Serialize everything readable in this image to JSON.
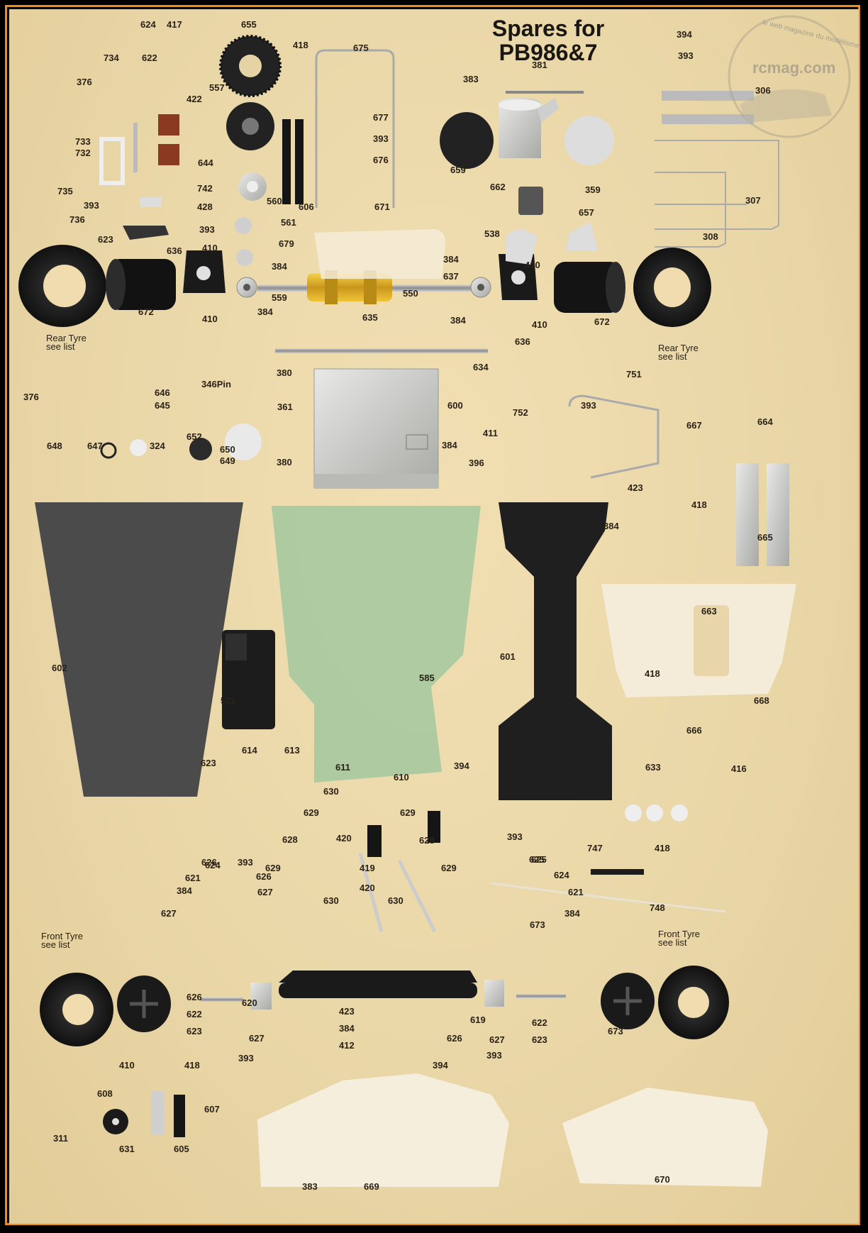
{
  "title": {
    "line1": "Spares for",
    "line2": "PB986&7"
  },
  "watermark": {
    "site": "rcmag.com",
    "tagline": "le web magazine du modélisme"
  },
  "captions": [
    {
      "id": "rear-tyre-left",
      "lines": [
        "Rear Tyre",
        "see list"
      ]
    },
    {
      "id": "rear-tyre-right",
      "lines": [
        "Rear Tyre",
        "see list"
      ]
    },
    {
      "id": "front-tyre-left",
      "lines": [
        "Front Tyre",
        "see list"
      ]
    },
    {
      "id": "front-tyre-right",
      "lines": [
        "Front Tyre",
        "see list"
      ]
    }
  ],
  "part_labels": [
    "624",
    "417",
    "655",
    "418",
    "675",
    "734",
    "622",
    "376",
    "557",
    "422",
    "733",
    "732",
    "644",
    "742",
    "735",
    "428",
    "393",
    "736",
    "623",
    "606",
    "671",
    "560",
    "561",
    "393",
    "679",
    "636",
    "410",
    "384",
    "559",
    "672",
    "410",
    "384",
    "635",
    "550",
    "677",
    "393",
    "676",
    "381",
    "383",
    "659",
    "662",
    "359",
    "657",
    "538",
    "384",
    "637",
    "410",
    "384",
    "636",
    "410",
    "672",
    "634",
    "394",
    "393",
    "306",
    "307",
    "308",
    "376",
    "646",
    "645",
    "346Pin",
    "380",
    "361",
    "600",
    "648",
    "647",
    "324",
    "652",
    "650",
    "649",
    "380",
    "384",
    "396",
    "411",
    "751",
    "393",
    "752",
    "667",
    "664",
    "423",
    "418",
    "384",
    "665",
    "663",
    "602",
    "522",
    "585",
    "601",
    "418",
    "668",
    "666",
    "633",
    "416",
    "623",
    "614",
    "613",
    "611",
    "610",
    "394",
    "630",
    "629",
    "629",
    "420",
    "628",
    "628",
    "419",
    "420",
    "629",
    "629",
    "630",
    "630",
    "393",
    "625",
    "624",
    "621",
    "384",
    "627",
    "626",
    "627",
    "626",
    "625",
    "624",
    "621",
    "384",
    "393",
    "748",
    "747",
    "418",
    "673",
    "620",
    "626",
    "622",
    "623",
    "627",
    "393",
    "423",
    "384",
    "412",
    "619",
    "626",
    "627",
    "622",
    "623",
    "393",
    "673",
    "394",
    "410",
    "418",
    "608",
    "607",
    "311",
    "631",
    "605",
    "383",
    "669",
    "670"
  ]
}
